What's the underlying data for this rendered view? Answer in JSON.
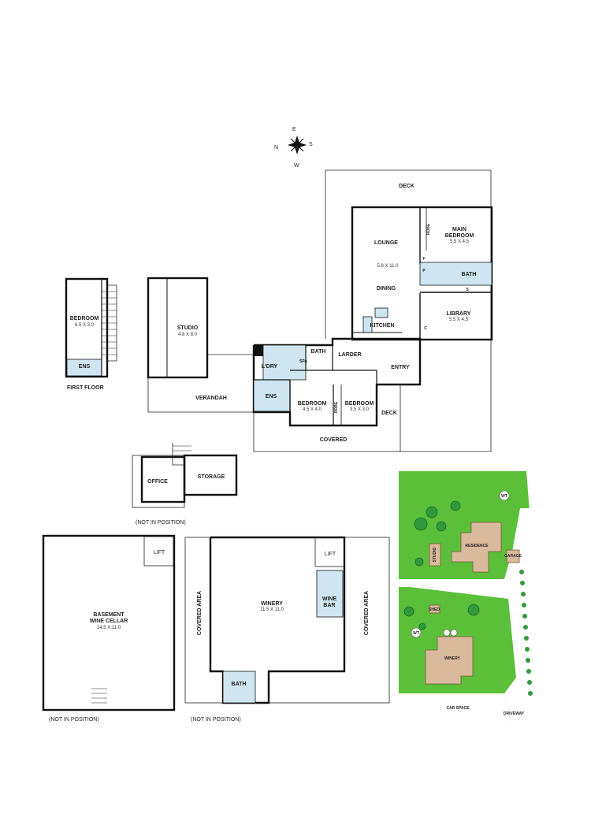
{
  "compass": {
    "n": "N",
    "e": "E",
    "s": "S",
    "w": "W"
  },
  "first_floor": {
    "bedroom": {
      "name": "BEDROOM",
      "dims": "6.5 X 3.0"
    },
    "ens": "ENS",
    "caption": "FIRST FLOOR"
  },
  "studio": {
    "name": "STUDIO",
    "dims": "4.8 X 8.0"
  },
  "main_house": {
    "deck_top": "DECK",
    "lounge": {
      "name": "LOUNGE",
      "dims": "5.8 X 11.0"
    },
    "dining": "DINING",
    "kitchen": "KITCHEN",
    "robe_top": "ROBE",
    "main_bedroom": {
      "name_line1": "MAIN",
      "name_line2": "BEDROOM",
      "dims": "5.5 X 4.5"
    },
    "bath_main": "BATH",
    "library": {
      "name": "LIBRARY",
      "dims": "5.5 X 4.5"
    },
    "bath": "BATH",
    "laundry": "L'DRY",
    "spa": "SPA",
    "larder": "LARDER",
    "entry": "ENTRY",
    "ens": "ENS",
    "bedroom2": {
      "name": "BEDROOM",
      "dims": "4.5 X 4.0"
    },
    "robe_mid": "ROBE",
    "bedroom3": {
      "name": "BEDROOM",
      "dims": "3.5 X 3.0"
    },
    "deck_right": "DECK",
    "verandah": "VERANDAH",
    "covered": "COVERED",
    "cupboard": "C",
    "fridge": "F",
    "pantry": "P",
    "shower": "S"
  },
  "outbuilding": {
    "office": "OFFICE",
    "storage": "STORAGE",
    "note": "(NOT IN POSITION)"
  },
  "basement": {
    "lift": "LIFT",
    "name_line1": "BASEMENT",
    "name_line2": "WINE CELLAR",
    "dims": "14.5 X 11.0",
    "note": "(NOT IN POSITION)"
  },
  "winery": {
    "lift": "LIFT",
    "name": "WINERY",
    "dims": "11.5 X 11.0",
    "wine_bar_line1": "WINE",
    "wine_bar_line2": "BAR",
    "covered_left": "COVERED AREA",
    "covered_right": "COVERED AREA",
    "bath": "BATH",
    "note": "(NOT IN POSITION)"
  },
  "site_plan": {
    "residence": "RESIDENCE",
    "studio": "STUDIO",
    "garage": "GARAGE",
    "shed": "SHED",
    "winery": "WINERY",
    "car_space": "CAR SPACE",
    "driveway": "DRIVEWAY",
    "wt_top": "WT",
    "wt_bottom": "WT",
    "colors": {
      "grass": "#5bbf3a",
      "building": "#d9b99b",
      "paving": "#ffffff",
      "tree": "#2e9a3c"
    }
  }
}
